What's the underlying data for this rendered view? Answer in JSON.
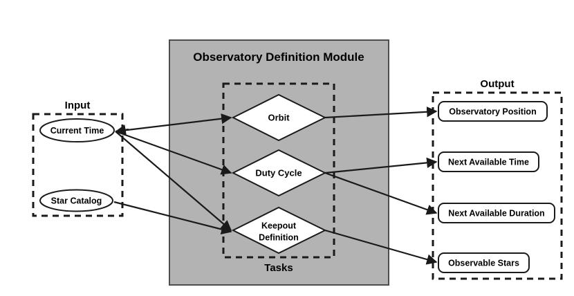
{
  "diagram": {
    "title": "Observatory Definition Module",
    "groups": {
      "input_label": "Input",
      "tasks_label": "Tasks",
      "output_label": "Output"
    },
    "inputs": [
      {
        "id": "current-time",
        "label": "Current Time"
      },
      {
        "id": "star-catalog",
        "label": "Star Catalog"
      }
    ],
    "tasks": [
      {
        "id": "orbit",
        "label": "Orbit",
        "line1": "Orbit",
        "line2": ""
      },
      {
        "id": "duty-cycle",
        "label": "Duty Cycle",
        "line1": "Duty Cycle",
        "line2": ""
      },
      {
        "id": "keepout-definition",
        "label": "Keepout Definition",
        "line1": "Keepout",
        "line2": "Definition"
      }
    ],
    "outputs": [
      {
        "id": "observatory-position",
        "label": "Observatory Position"
      },
      {
        "id": "next-available-time",
        "label": "Next Available Time"
      },
      {
        "id": "next-available-duration",
        "label": "Next Available Duration"
      },
      {
        "id": "observable-stars",
        "label": "Observable Stars"
      }
    ],
    "edges": [
      {
        "from": "current-time",
        "to": "orbit"
      },
      {
        "from": "current-time",
        "to": "duty-cycle"
      },
      {
        "from": "current-time",
        "to": "keepout-definition"
      },
      {
        "from": "star-catalog",
        "to": "keepout-definition"
      },
      {
        "from": "orbit",
        "to": "observatory-position"
      },
      {
        "from": "duty-cycle",
        "to": "next-available-time"
      },
      {
        "from": "duty-cycle",
        "to": "next-available-duration"
      },
      {
        "from": "keepout-definition",
        "to": "observable-stars"
      }
    ],
    "colors": {
      "module_fill": "#b3b3b3",
      "module_stroke": "#4d4d4d",
      "shape_fill": "#ffffff",
      "line": "#1a1a1a",
      "background": "#ffffff"
    }
  }
}
